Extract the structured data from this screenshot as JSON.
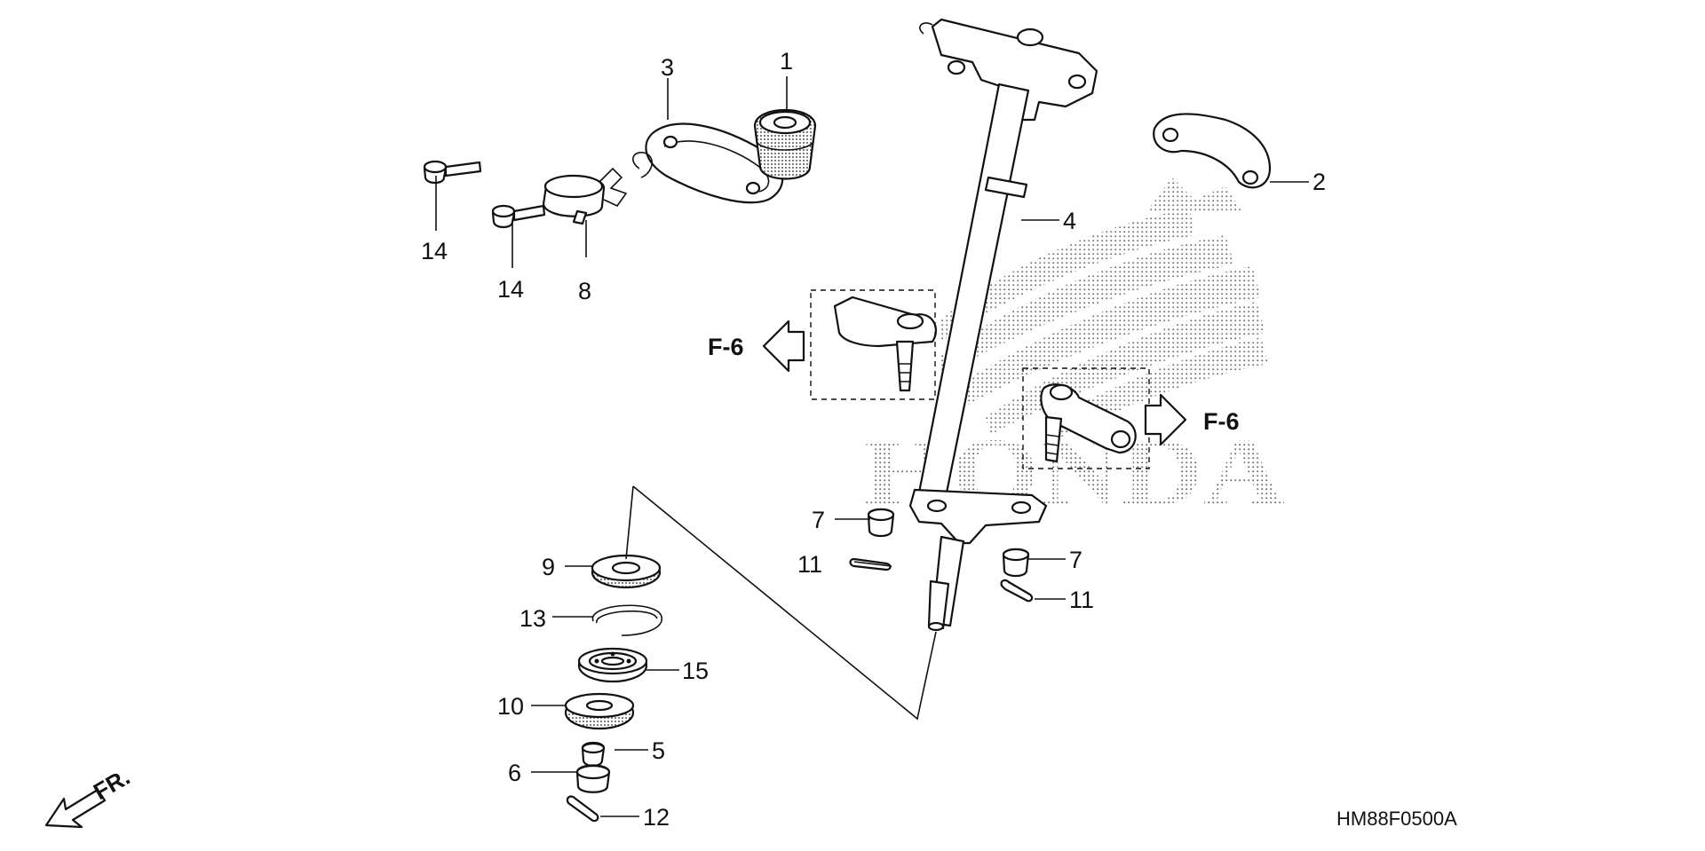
{
  "diagram": {
    "code": "HM88F0500A",
    "front_label": "FR.",
    "reference_label": "F-6",
    "watermark": "HONDA",
    "callouts": [
      {
        "id": "c1",
        "text": "1"
      },
      {
        "id": "c2",
        "text": "2"
      },
      {
        "id": "c3",
        "text": "3"
      },
      {
        "id": "c4",
        "text": "4"
      },
      {
        "id": "c5",
        "text": "5"
      },
      {
        "id": "c6",
        "text": "6"
      },
      {
        "id": "c7a",
        "text": "7"
      },
      {
        "id": "c7b",
        "text": "7"
      },
      {
        "id": "c8",
        "text": "8"
      },
      {
        "id": "c9",
        "text": "9"
      },
      {
        "id": "c10",
        "text": "10"
      },
      {
        "id": "c11a",
        "text": "11"
      },
      {
        "id": "c11b",
        "text": "11"
      },
      {
        "id": "c12",
        "text": "12"
      },
      {
        "id": "c13",
        "text": "13"
      },
      {
        "id": "c14a",
        "text": "14"
      },
      {
        "id": "c14b",
        "text": "14"
      },
      {
        "id": "c15",
        "text": "15"
      }
    ]
  }
}
